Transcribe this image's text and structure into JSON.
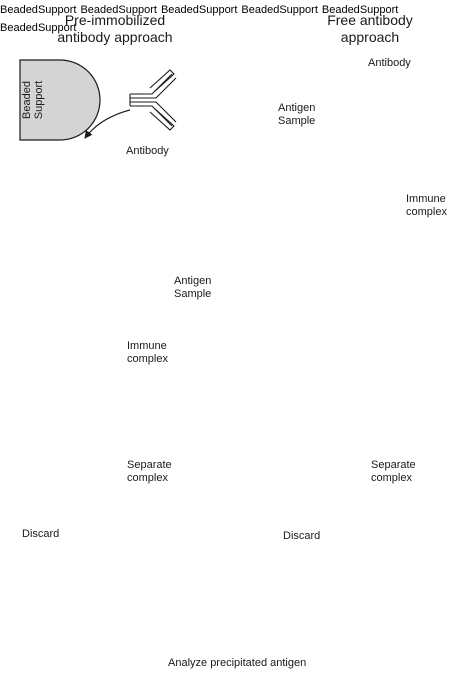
{
  "left_column": {
    "heading_line1": "Pre-immobilized",
    "heading_line2": "antibody approach"
  },
  "right_column": {
    "heading_line1": "Free antibody",
    "heading_line2": "approach"
  },
  "labels": {
    "antibody": "Antibody",
    "antigen_line1": "Antigen",
    "antigen_line2": "Sample",
    "immune_line1": "Immune",
    "immune_line2": "complex",
    "separate_line1": "Separate",
    "separate_line2": "complex",
    "discard": "Discard",
    "bead_line1": "Beaded",
    "bead_line2": "Support",
    "analyze": "Analyze precipitated antigen"
  },
  "colors": {
    "antigen": "#f58220",
    "bead_fill": "#d4d4d4",
    "outline": "#1a1a1a"
  }
}
